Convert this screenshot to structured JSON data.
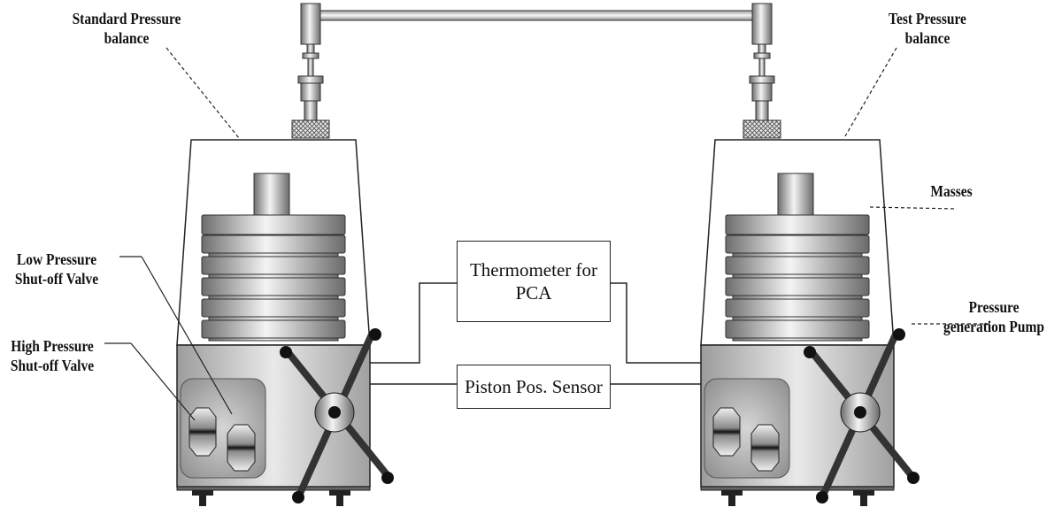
{
  "labels": {
    "standard_balance": [
      "Standard Pressure",
      "balance"
    ],
    "test_balance": [
      "Test Pressure",
      "balance"
    ],
    "masses": "Masses",
    "low_valve": [
      "Low Pressure",
      "Shut-off Valve"
    ],
    "high_valve": [
      "High Pressure",
      "Shut-off Valve"
    ],
    "pump": [
      "Pressure",
      "generation Pump"
    ]
  },
  "boxes": {
    "thermometer": [
      "Thermometer for",
      "PCA"
    ],
    "piston_sensor": "Piston Pos. Sensor"
  },
  "colors": {
    "line": "#222222",
    "metal_light": "#f2f2f2",
    "metal_dark": "#7a7a7a",
    "body_fill": "#bdbdbd",
    "knob": "#111111"
  },
  "icons": [
    "knurled-knob-icon",
    "octagon-valve-icon",
    "pump-crank-icon"
  ]
}
